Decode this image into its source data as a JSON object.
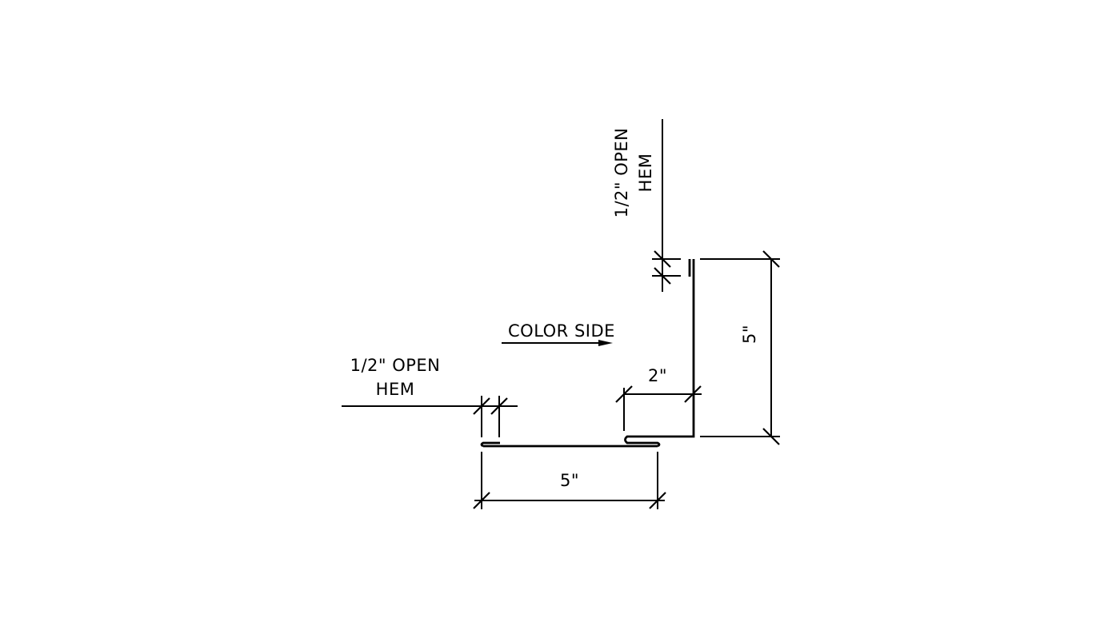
{
  "labels": {
    "hem_top_line1": "1/2\" OPEN",
    "hem_top_line2": "HEM",
    "hem_left_line1": "1/2\" OPEN",
    "hem_left_line2": "HEM",
    "color_side": "COLOR SIDE",
    "dim_vertical": "5\"",
    "dim_bottom": "5\"",
    "dim_return": "2\""
  },
  "colors": {
    "line": "#000000",
    "background": "#ffffff"
  }
}
